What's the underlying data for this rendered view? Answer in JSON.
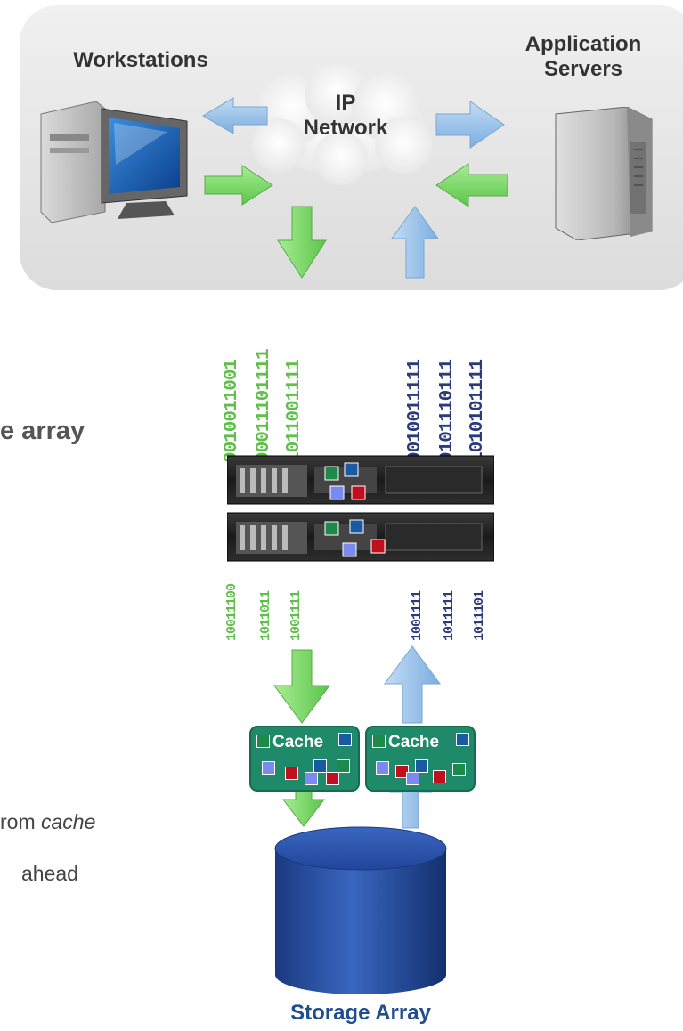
{
  "labels": {
    "workstations": "Workstations",
    "app_servers_line1": "Application",
    "app_servers_line2": "Servers",
    "network_line1": "IP",
    "network_line2": "Network",
    "cache_left": "Cache",
    "cache_right": "Cache",
    "storage": "Storage Array"
  },
  "partial_text": {
    "heading_fragment": "e array",
    "line1_fragment": "rom ",
    "line1_italic": "cache",
    "line2_fragment": "ahead"
  },
  "bit_columns": {
    "top": [
      "0010011001",
      "00011101111",
      "1011001111",
      "0010011111",
      "0101110111",
      "1010101111"
    ],
    "bottom": [
      "10011100",
      "1011011",
      "1001111",
      "1001111",
      "1011111",
      "1011101"
    ]
  },
  "colors": {
    "green_arrow": "#7fd86a",
    "blue_arrow": "#9cc4ea",
    "cache": "#1f8a6a",
    "storage": "#2a4fa0",
    "storage_label": "#1f4e8c"
  },
  "icons": {
    "workstation": "desktop-computer-icon",
    "server": "tower-server-icon",
    "appliance": "rack-appliance-icon",
    "storage": "storage-cylinder-icon",
    "network": "cloud-icon"
  }
}
